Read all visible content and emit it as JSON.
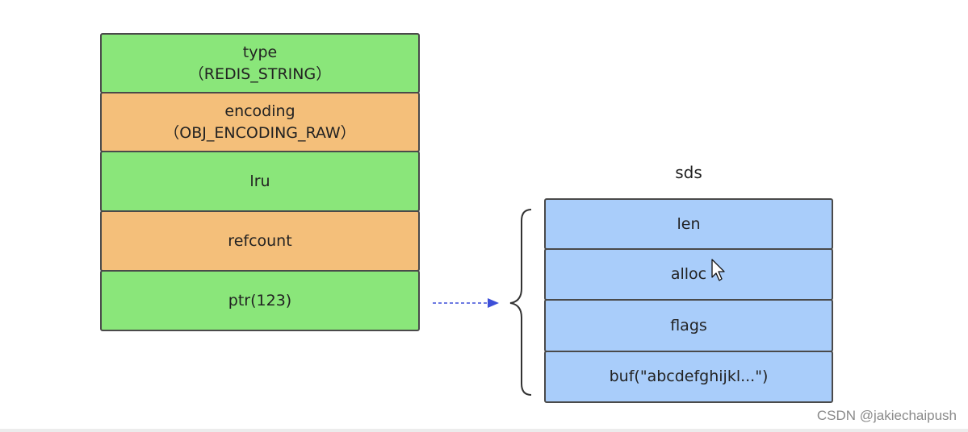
{
  "redis_object": {
    "fields": [
      {
        "label": "type",
        "sub": "（REDIS_STRING）",
        "color": "#8ae67a"
      },
      {
        "label": "encoding",
        "sub": "（OBJ_ENCODING_RAW）",
        "color": "#f4bf7a"
      },
      {
        "label": "lru",
        "sub": "",
        "color": "#8ae67a"
      },
      {
        "label": "refcount",
        "sub": "",
        "color": "#f4bf7a"
      },
      {
        "label": "ptr(123)",
        "sub": "",
        "color": "#8ae67a"
      }
    ]
  },
  "sds": {
    "title": "sds",
    "fields": [
      {
        "label": "len"
      },
      {
        "label": "alloc"
      },
      {
        "label": "flags"
      },
      {
        "label": "buf(\"abcdefghijkl...\")"
      }
    ],
    "color": "#a9cdfa"
  },
  "arrow": {
    "color": "#3d4fd8",
    "style": "dashed"
  },
  "watermark": "CSDN @jakiechaipush"
}
